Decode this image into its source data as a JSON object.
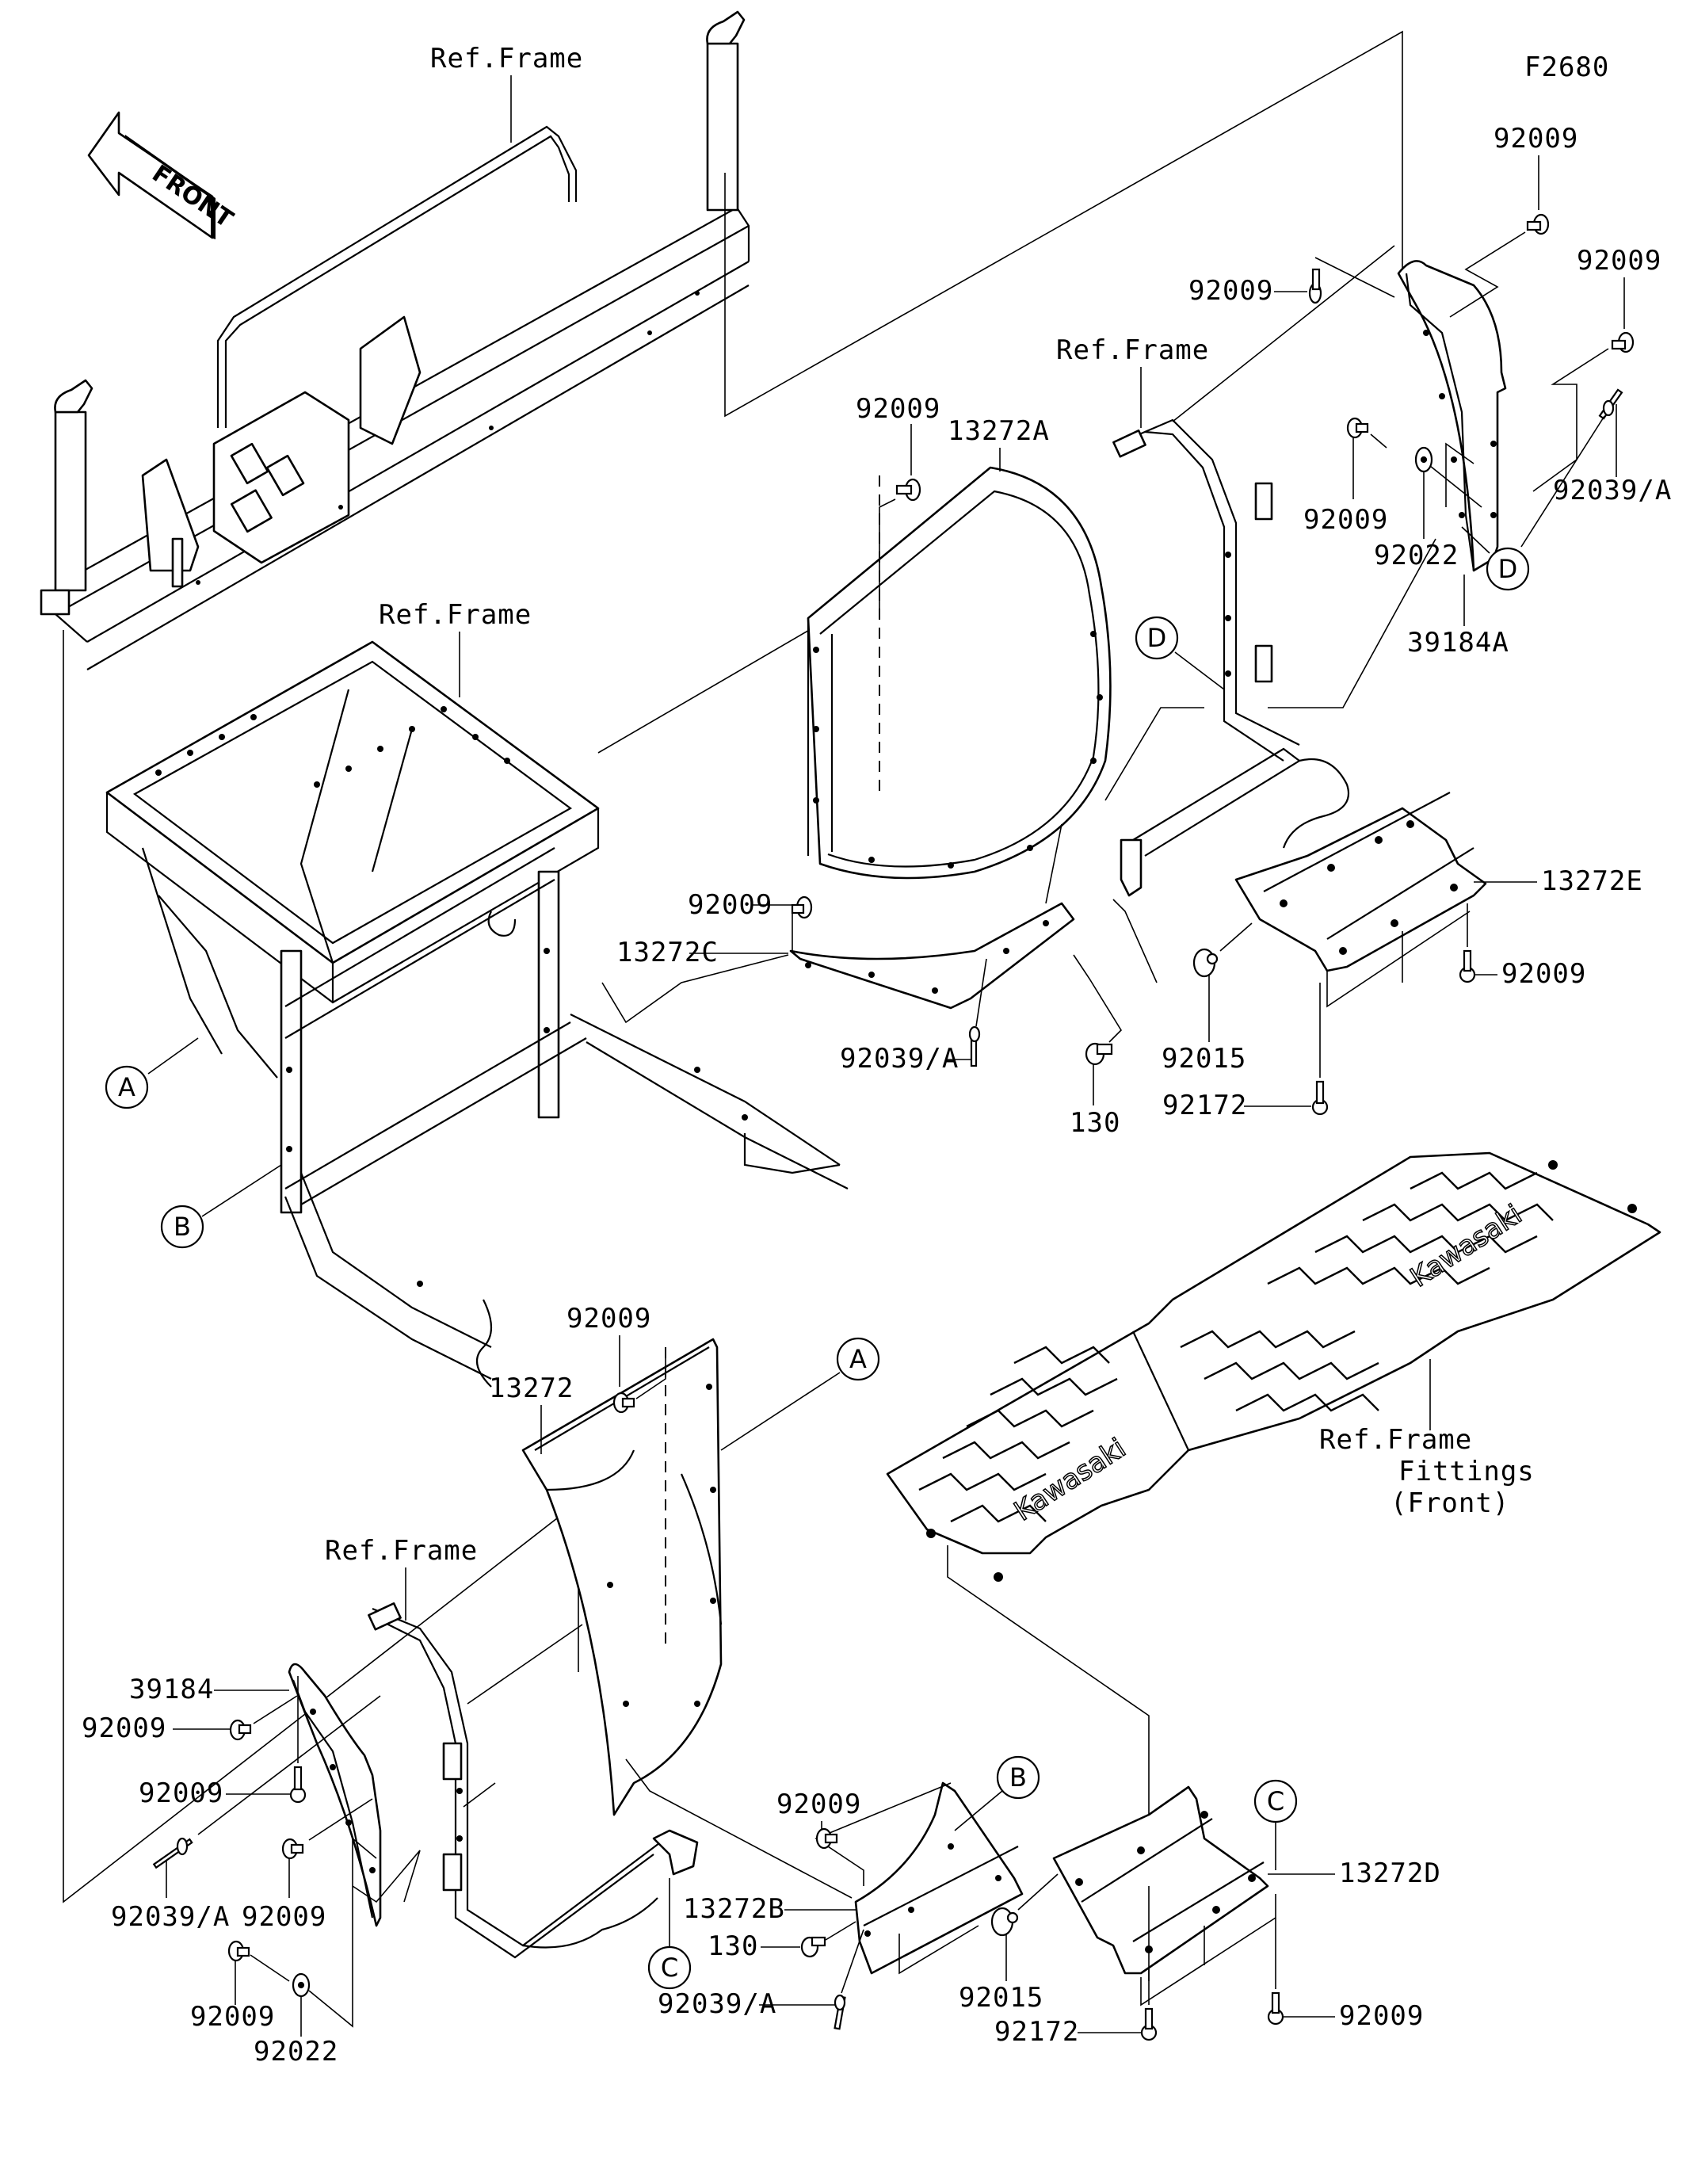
{
  "diagram": {
    "figure_id": "F2680",
    "front_arrow": {
      "label": "FRONT",
      "icon": "front-direction-arrow-icon"
    },
    "reference_labels": [
      {
        "id": "ref-frame-top",
        "text": "Ref.Frame"
      },
      {
        "id": "ref-frame-right",
        "text": "Ref.Frame"
      },
      {
        "id": "ref-frame-middle",
        "text": "Ref.Frame"
      },
      {
        "id": "ref-frame-lower-left",
        "text": "Ref.Frame"
      },
      {
        "id": "ref-frame-fittings",
        "lines": [
          "Ref.Frame",
          "Fittings",
          "(Front)"
        ]
      }
    ],
    "callouts": [
      "A",
      "B",
      "C",
      "D"
    ],
    "part_labels": [
      {
        "id": "p01",
        "text": "92009"
      },
      {
        "id": "p02",
        "text": "92009"
      },
      {
        "id": "p03",
        "text": "92009"
      },
      {
        "id": "p04",
        "text": "92009"
      },
      {
        "id": "p05",
        "text": "92022"
      },
      {
        "id": "p06",
        "text": "92039/A"
      },
      {
        "id": "p07",
        "text": "39184A"
      },
      {
        "id": "p08",
        "text": "92009"
      },
      {
        "id": "p09",
        "text": "13272A"
      },
      {
        "id": "p10",
        "text": "92009"
      },
      {
        "id": "p11",
        "text": "13272C"
      },
      {
        "id": "p12",
        "text": "13272E"
      },
      {
        "id": "p13",
        "text": "92009"
      },
      {
        "id": "p14",
        "text": "92015"
      },
      {
        "id": "p15",
        "text": "92039/A"
      },
      {
        "id": "p16",
        "text": "130"
      },
      {
        "id": "p17",
        "text": "92172"
      },
      {
        "id": "p18",
        "text": "92009"
      },
      {
        "id": "p19",
        "text": "13272"
      },
      {
        "id": "p20",
        "text": "39184"
      },
      {
        "id": "p21",
        "text": "92009"
      },
      {
        "id": "p22",
        "text": "92009"
      },
      {
        "id": "p23",
        "text": "92039/A"
      },
      {
        "id": "p24",
        "text": "92009"
      },
      {
        "id": "p25",
        "text": "92009"
      },
      {
        "id": "p26",
        "text": "92022"
      },
      {
        "id": "p27",
        "text": "92009"
      },
      {
        "id": "p28",
        "text": "13272B"
      },
      {
        "id": "p29",
        "text": "130"
      },
      {
        "id": "p30",
        "text": "92039/A"
      },
      {
        "id": "p31",
        "text": "92015"
      },
      {
        "id": "p32",
        "text": "92172"
      },
      {
        "id": "p33",
        "text": "13272D"
      },
      {
        "id": "p34",
        "text": "92009"
      }
    ],
    "floor_mat_branding": "Kawasaki"
  }
}
